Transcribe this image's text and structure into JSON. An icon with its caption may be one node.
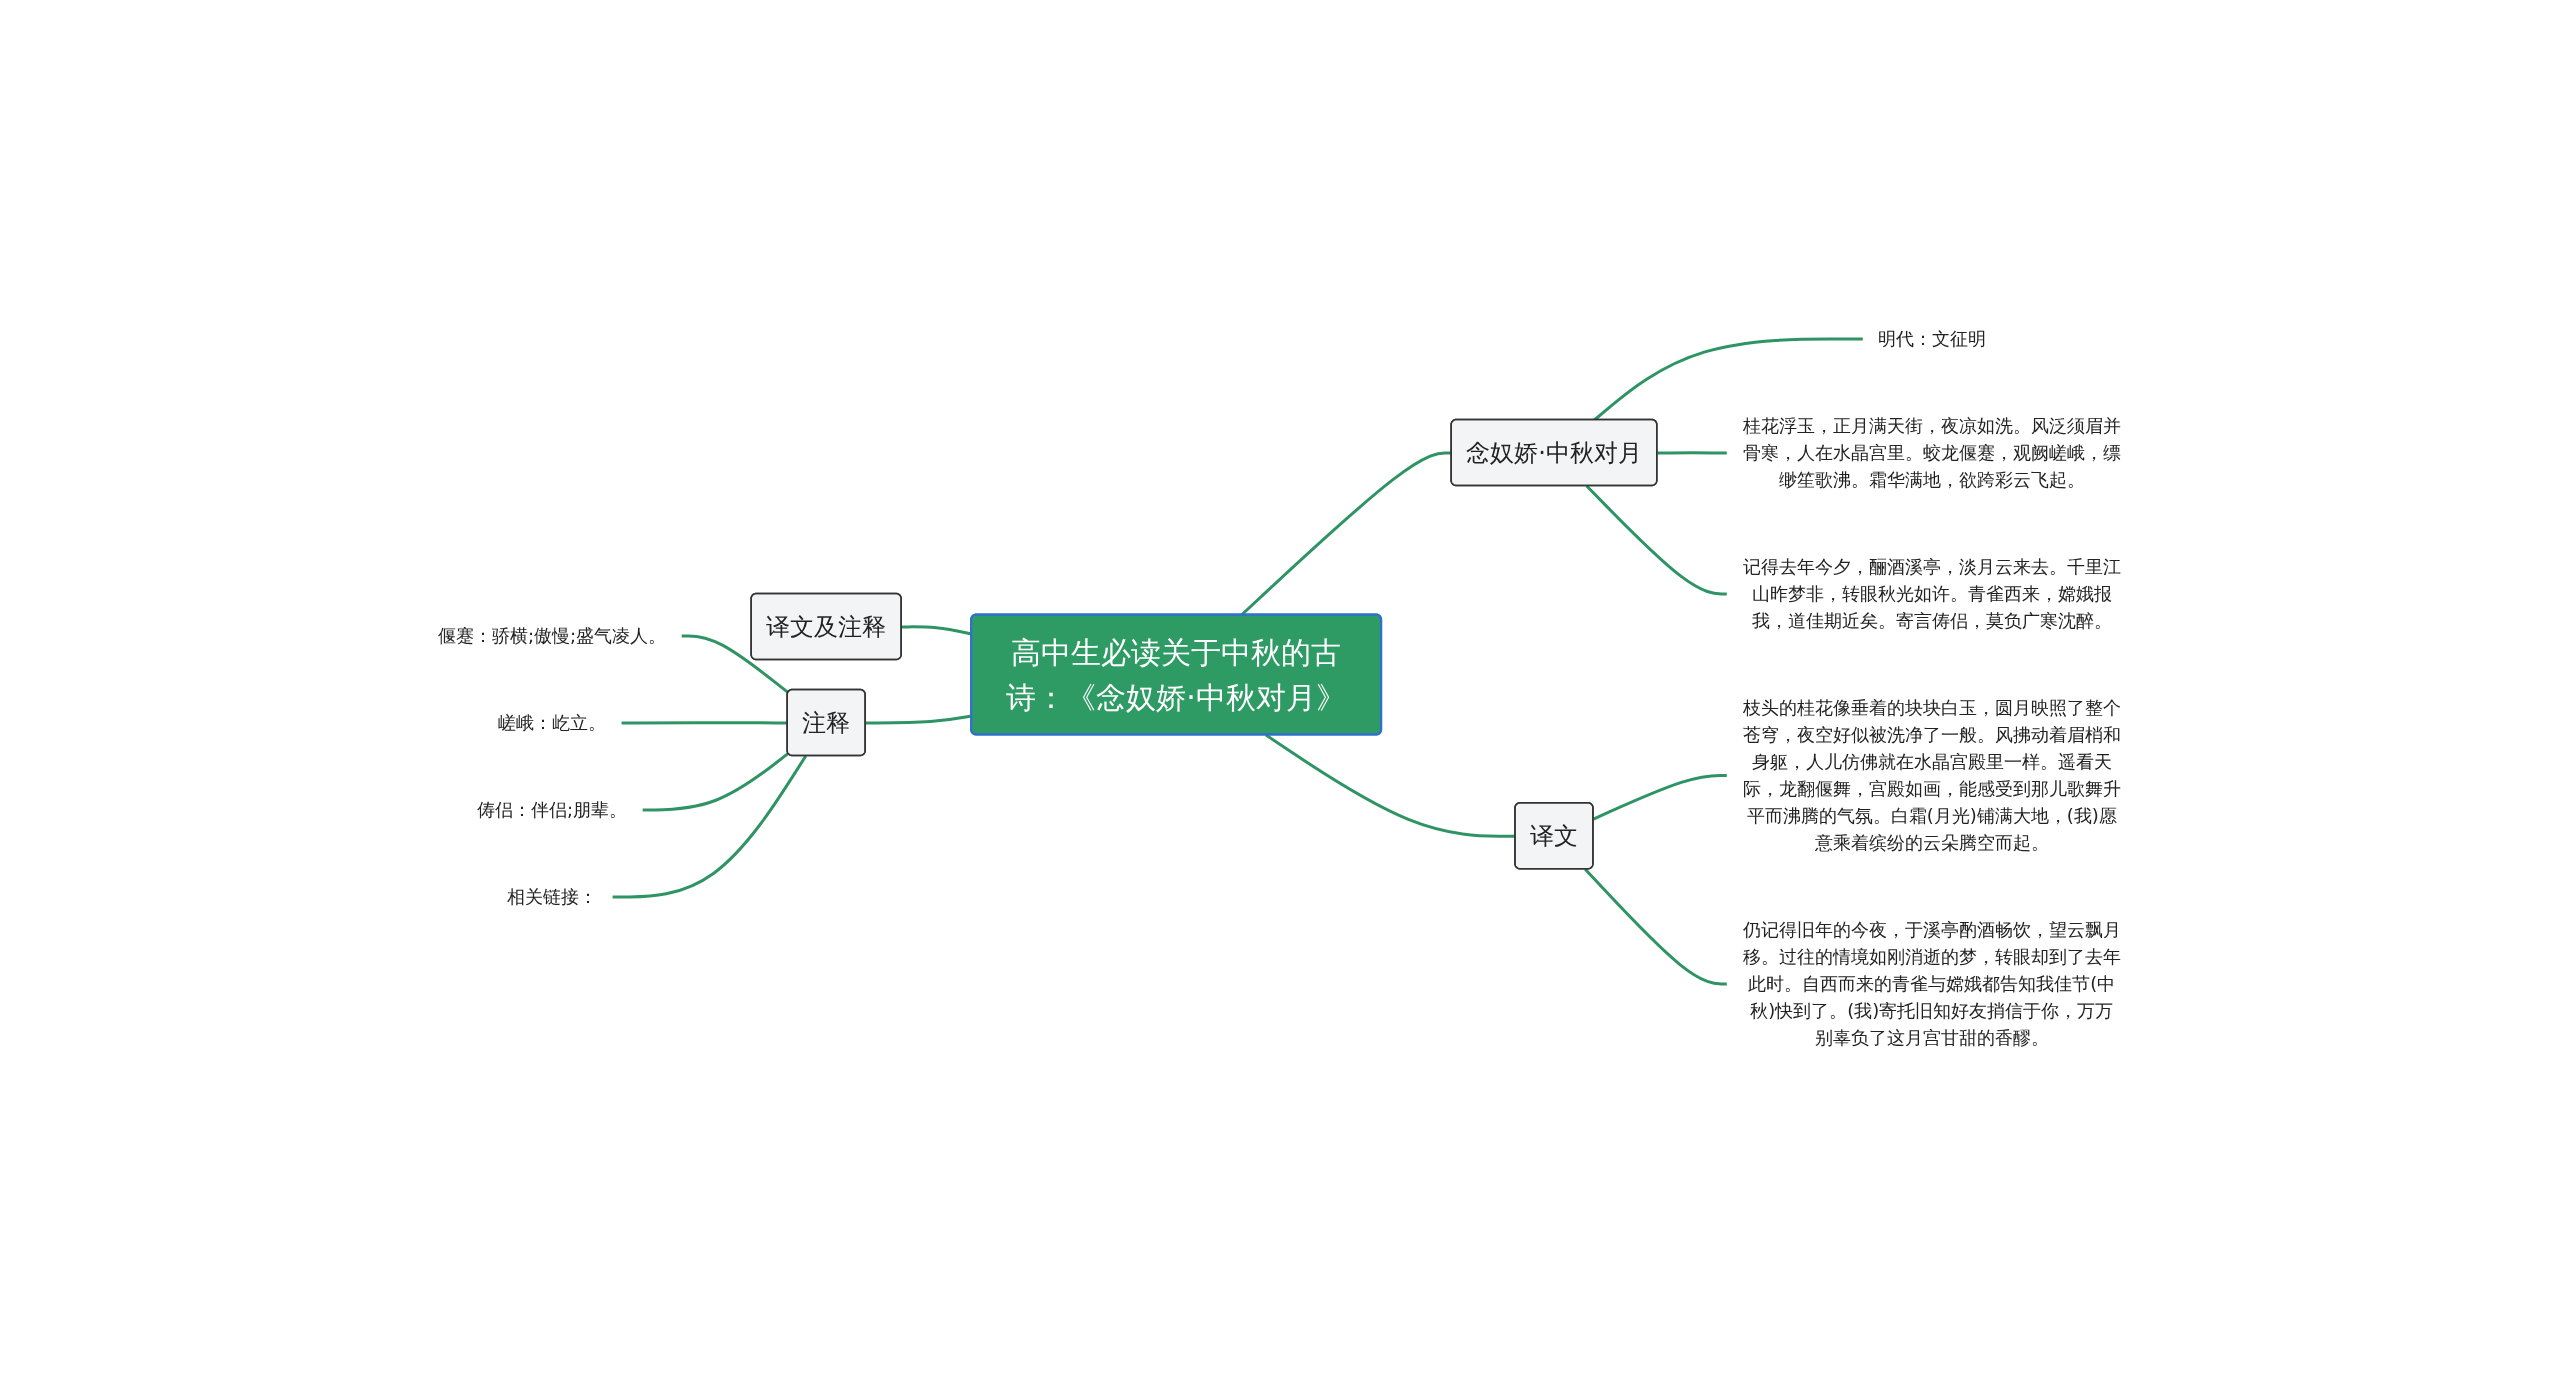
{
  "diagram": {
    "nodes": [
      {
        "text": [
          "高中生必读关于中秋的古诗：《念奴娇·中秋对月》"
        ]
      },
      {
        "text": [
          "念奴娇·中秋对月"
        ]
      },
      {
        "text": [
          "明代：文征明"
        ]
      },
      {
        "text": [
          "桂花浮玉，正月满天街，夜凉如洗。风泛须眉并骨寒，人在水晶宫里。蛟龙偃蹇，观阙嵯峨，缥缈笙歌沸。霜华满地，欲跨彩云飞起。"
        ]
      },
      {
        "text": [
          "记得去年今夕，酾酒溪亭，淡月云来去。千里江山昨梦非，转眼秋光如许。青雀西来，嫦娥报我，道佳期近矣。寄言俦侣，莫负广寒沈醉。"
        ]
      },
      {
        "text": [
          "译文"
        ]
      },
      {
        "text": [
          "枝头的桂花像垂着的块块白玉，圆月映照了整个苍穹，夜空好似被洗净了一般。风拂动着眉梢和身躯，人儿仿佛就在水晶宫殿里一样。遥看天际，龙翻偃舞，宫殿如画，能感受到那儿歌舞升平而沸腾的气氛。白霜(月光)铺满大地，(我)愿意乘着缤纷的云朵腾空而起。"
        ]
      },
      {
        "text": [
          "仍记得旧年的今夜，于溪亭酌酒畅饮，望云飘月移。过往的情境如刚消逝的梦，转眼却到了去年此时。自西而来的青雀与嫦娥都告知我佳节(中秋)快到了。(我)寄托旧知好友捎信于你，万万别辜负了这月宫甘甜的香醪。"
        ]
      },
      {
        "text": [
          "译文及注释"
        ]
      },
      {
        "text": [
          "注释"
        ]
      },
      {
        "text": [
          "偃蹇：骄横;傲慢;盛气凌人。"
        ]
      },
      {
        "text": [
          "嵯峨：屹立。"
        ]
      },
      {
        "text": [
          "俦侣：伴侣;朋辈。"
        ]
      },
      {
        "text": [
          "相关链接："
        ]
      }
    ],
    "edges": [
      {
        "from": 0,
        "to": 1,
        "arrow": "none"
      },
      {
        "from": 1,
        "to": 2,
        "arrow": "none"
      },
      {
        "from": 1,
        "to": 3,
        "arrow": "none"
      },
      {
        "from": 1,
        "to": 4,
        "arrow": "none"
      },
      {
        "from": 0,
        "to": 5,
        "arrow": "none"
      },
      {
        "from": 5,
        "to": 6,
        "arrow": "none"
      },
      {
        "from": 5,
        "to": 7,
        "arrow": "none"
      },
      {
        "from": 0,
        "to": 8,
        "arrow": "none"
      },
      {
        "from": 0,
        "to": 9,
        "arrow": "none"
      },
      {
        "from": 9,
        "to": 10,
        "arrow": "none"
      },
      {
        "from": 9,
        "to": 11,
        "arrow": "none"
      },
      {
        "from": 9,
        "to": 12,
        "arrow": "none"
      },
      {
        "from": 9,
        "to": 13,
        "arrow": "none"
      }
    ]
  }
}
